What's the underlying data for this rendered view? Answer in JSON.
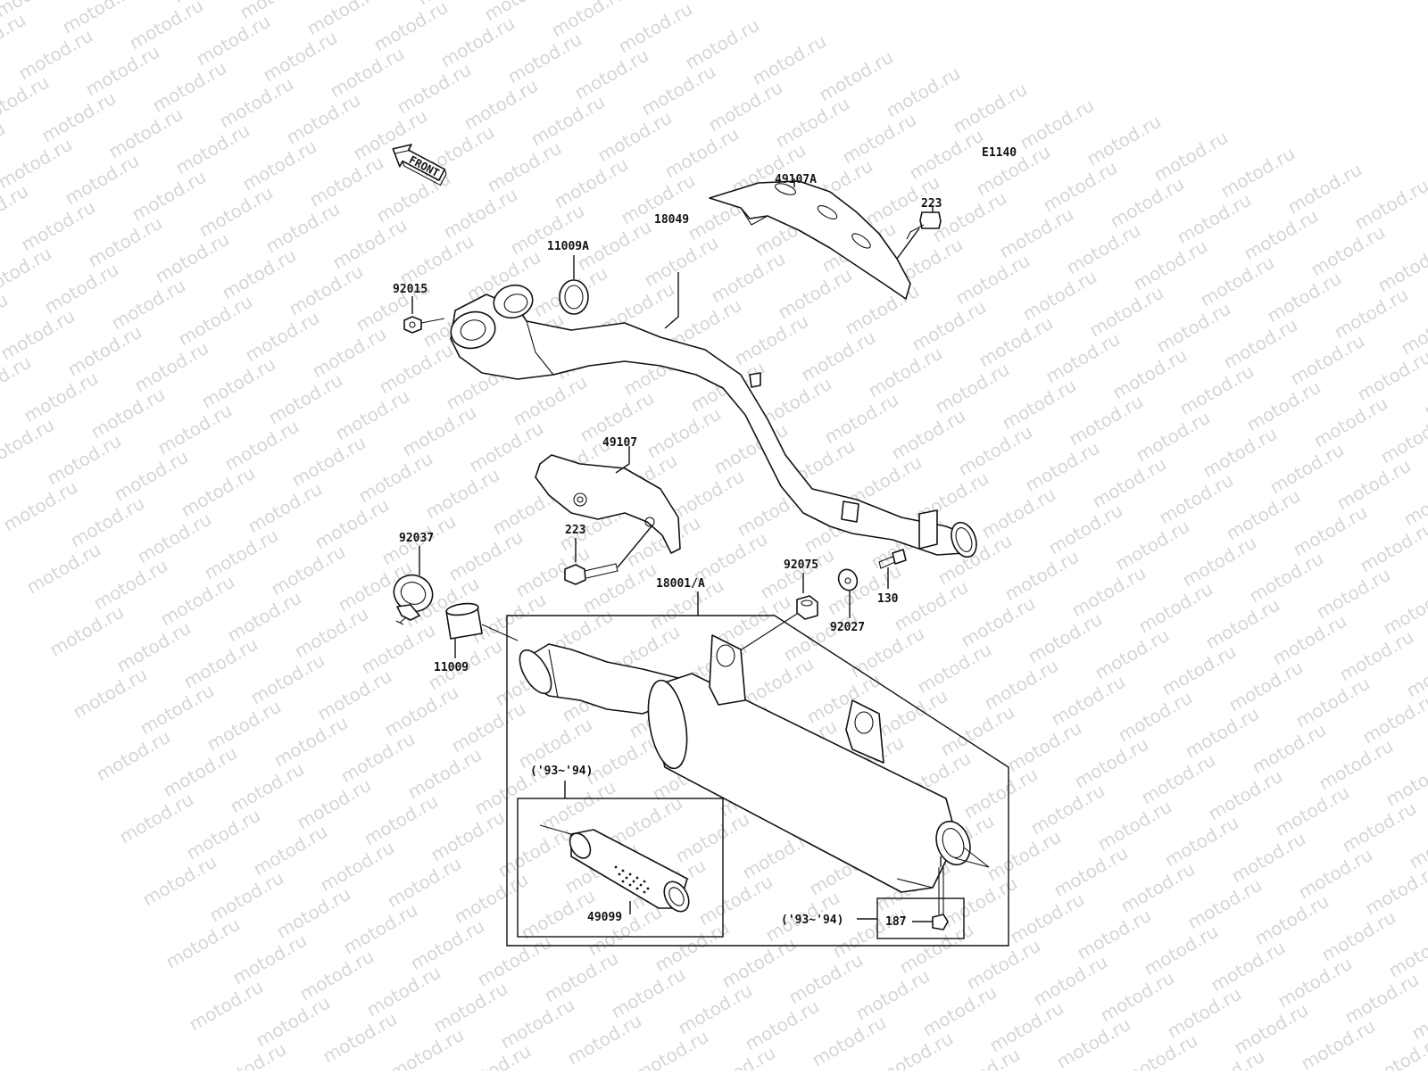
{
  "watermark": "motod.ru",
  "diagram_code": "E1140",
  "front_label": "FRONT",
  "parts": {
    "heat_guard_rear": "49107A",
    "bolt_upper": "223",
    "gasket_upper": "11009A",
    "exhaust_pipe": "18049",
    "nut": "92015",
    "heat_guard_front": "49107",
    "bolt_lower": "223",
    "clamp": "92037",
    "grommet": "92075",
    "bolt_130": "130",
    "collar": "92027",
    "muffler": "18001/A",
    "gasket_lower": "11009",
    "spark_arrester": "49099",
    "bolt_187": "187",
    "year_range_left": "('93~'94)",
    "year_range_right": "('93~'94)"
  },
  "colors": {
    "line": "#111111",
    "watermark": "#d6d6d6",
    "background": "#ffffff"
  }
}
